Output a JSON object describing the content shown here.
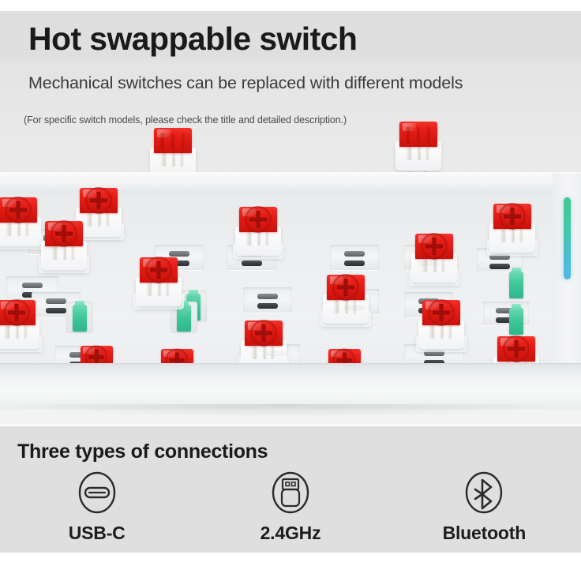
{
  "header": {
    "title": "Hot swappable switch",
    "subtitle": "Mechanical switches can be replaced with different models",
    "note": "(For specific switch models, please check the title and detailed description.)"
  },
  "product_photo": {
    "alt": "White hot-swappable mechanical keyboard barebones with red linear switches partially inserted and green stabilizers",
    "switch_color": "#e01b14",
    "stabilizer_color": "#3fc79a",
    "case_color": "#f0f1f3",
    "accent_strip_color": "#45c4a4",
    "background_color": "#dfdfdf"
  },
  "connections": {
    "title": "Three types of connections",
    "items": [
      {
        "label": "USB-C",
        "icon": "usb-c-port-icon"
      },
      {
        "label": "2.4GHz",
        "icon": "usb-dongle-icon"
      },
      {
        "label": "Bluetooth",
        "icon": "bluetooth-icon"
      }
    ]
  }
}
